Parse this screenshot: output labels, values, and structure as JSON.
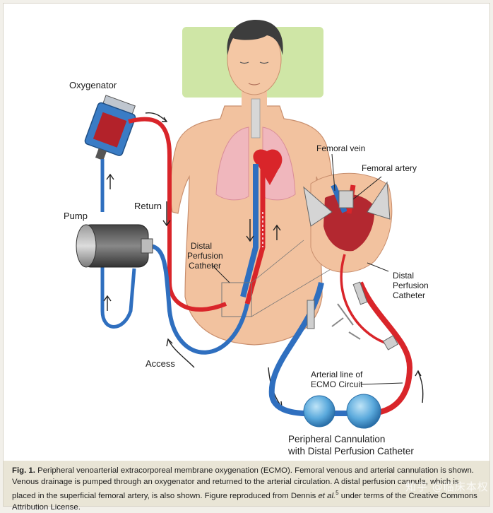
{
  "labels": {
    "oxygenator": "Oxygenator",
    "pump": "Pump",
    "return": "Return",
    "access": "Access",
    "distal_perfusion_left": [
      "Distal",
      "Perfusion",
      "Catheter"
    ],
    "femoral_vein": "Femoral vein",
    "femoral_artery": "Femoral artery",
    "distal_perfusion_right": [
      "Distal",
      "Perfusion",
      "Catheter"
    ],
    "arterial_line": [
      "Arterial line of",
      "ECMO Circuit"
    ],
    "peripheral_cannulation": [
      "Peripheral Cannulation",
      "with Distal Perfusion Catheter"
    ]
  },
  "caption": {
    "fig_label": "Fig. 1.",
    "text_part1": "Peripheral venoarterial extracorporeal membrane oxygenation (ECMO). Femoral venous and arterial cannulation is shown. Venous drainage is pumped through an oxygenator and returned to the arterial circulation. A distal perfusion cannula, which is placed in the superficial femoral artery, is also shown. Figure reproduced from Dennis ",
    "italic": "et al.",
    "superscript": "5",
    "text_part2": " under terms of the Creative Commons Attribution License."
  },
  "watermark": "知乎 @临床本权",
  "colors": {
    "arterial": "#d9252a",
    "venous": "#2f6fbf",
    "skin": "#f2c29f",
    "lung": "#f0b7bd",
    "pillow": "#cfe6a6"
  }
}
